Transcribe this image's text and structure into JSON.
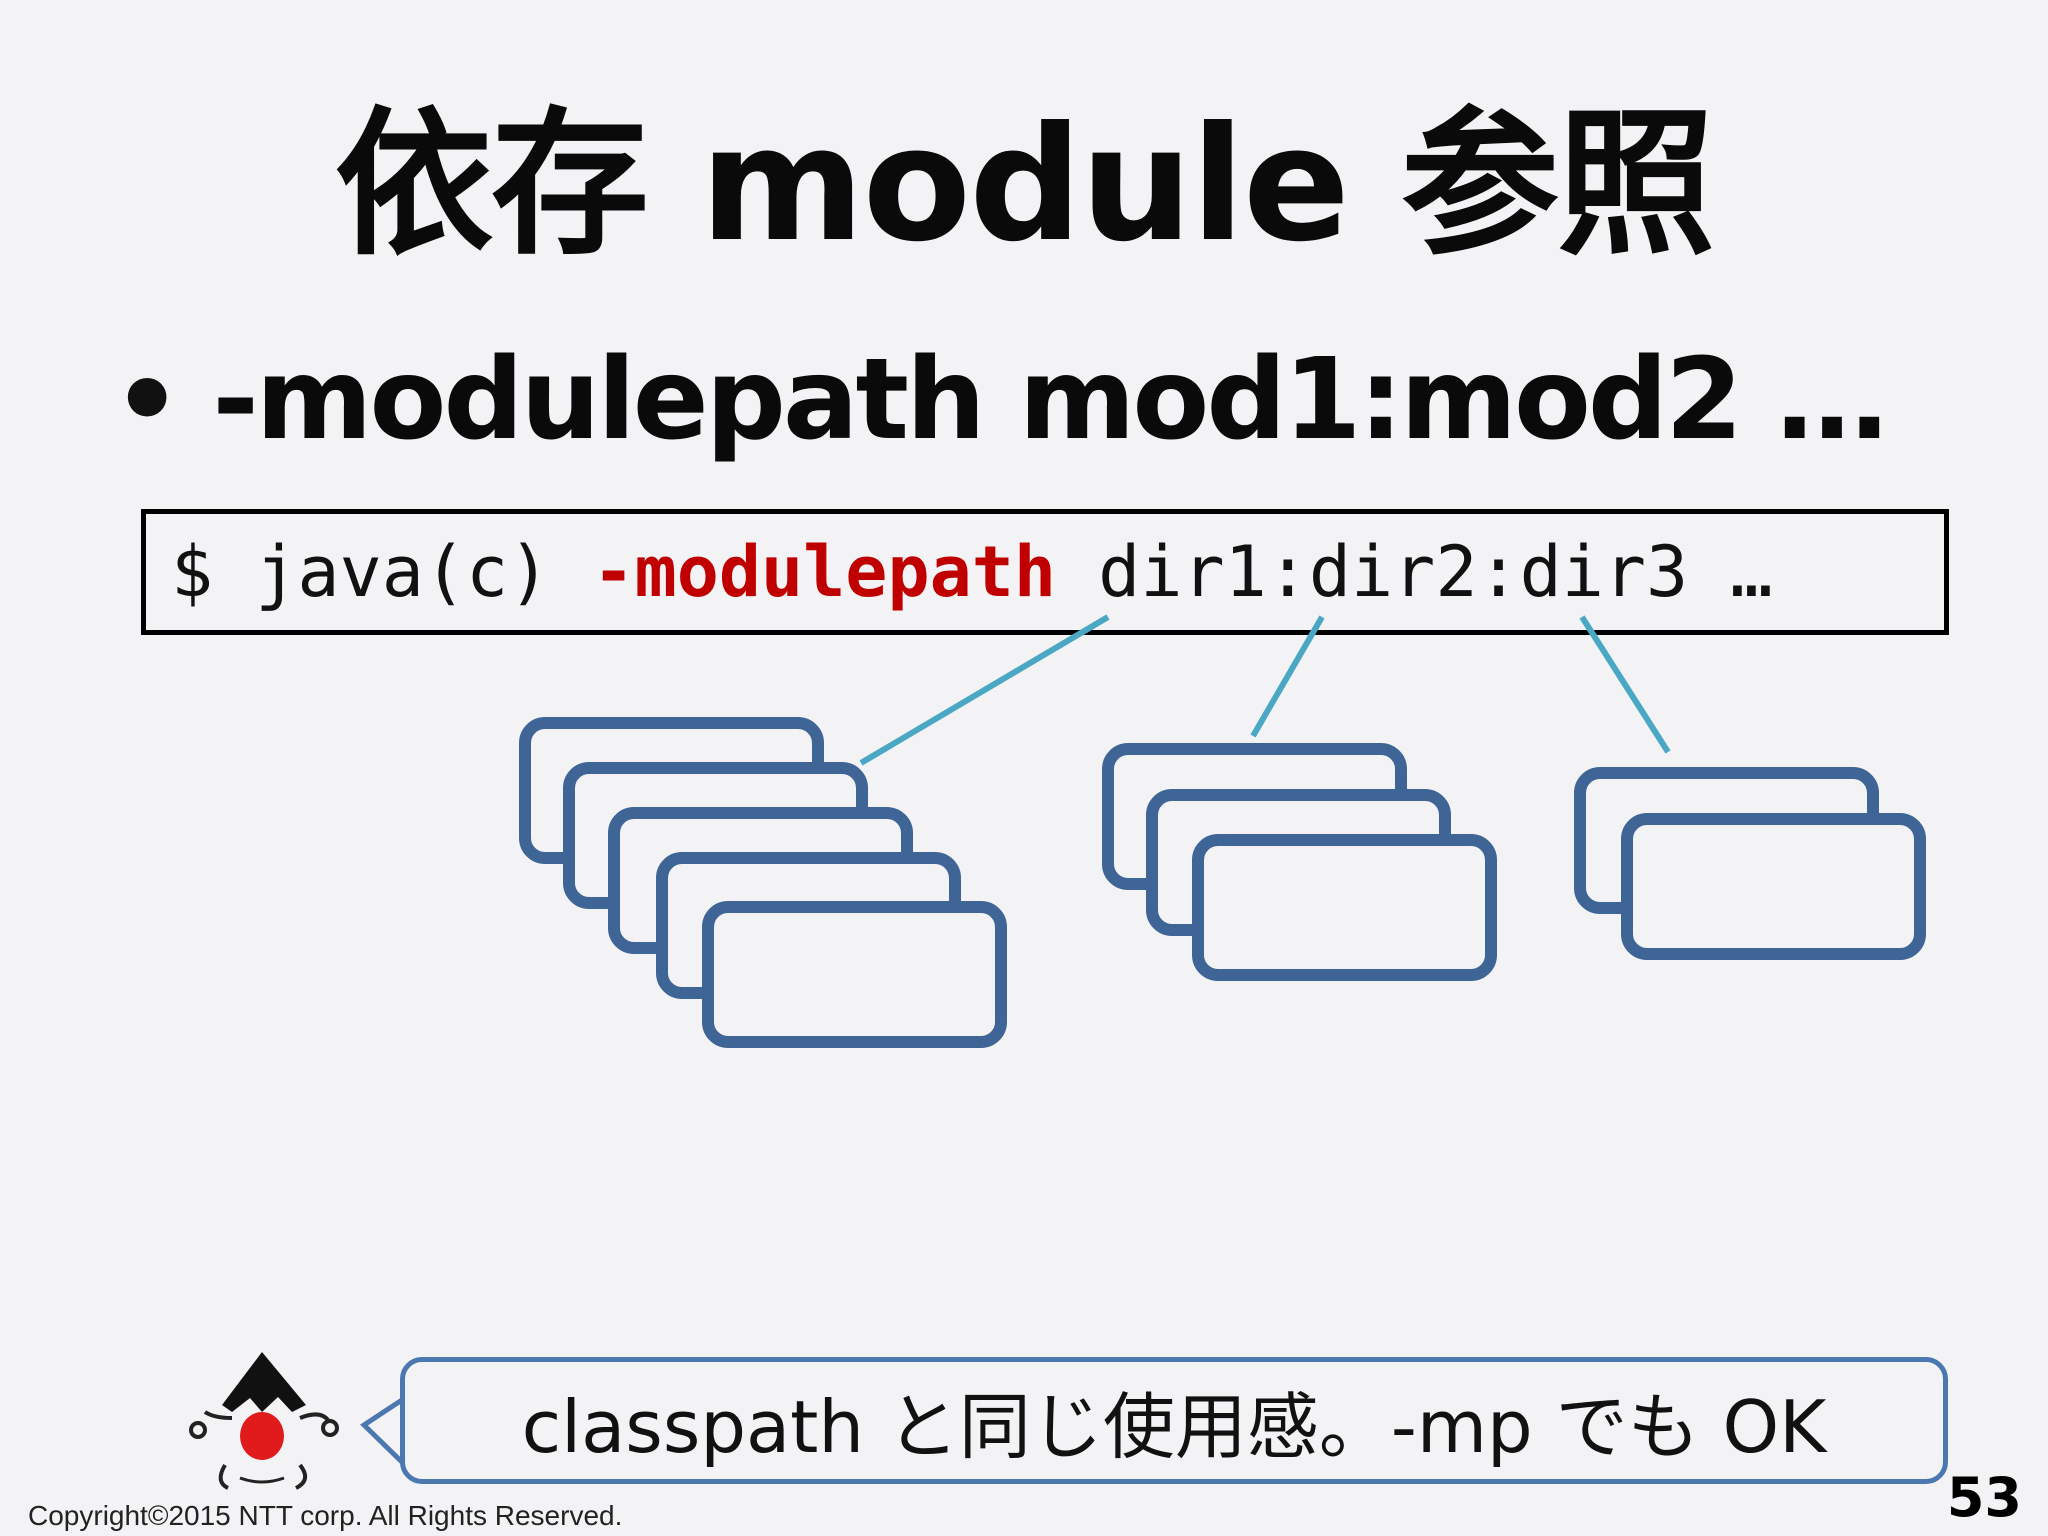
{
  "slide": {
    "title": "依存 module 参照",
    "bullet": {
      "marker": "•",
      "text": "-modulepath mod1:mod2 …"
    },
    "command": {
      "prefix": "$ java(c) ",
      "flag": "-modulepath",
      "args": " dir1:dir2:dir3 …"
    },
    "module_groups": [
      {
        "dir": "dir1",
        "module_count": 5
      },
      {
        "dir": "dir2",
        "module_count": 3
      },
      {
        "dir": "dir3",
        "module_count": 2
      }
    ],
    "callout": {
      "text": "classpath と同じ使用感。-mp でも OK"
    },
    "footer": {
      "copyright": "Copyright©2015 NTT corp. All Rights Reserved.",
      "page_number": "53"
    }
  },
  "colors": {
    "background": "#f3f3f5",
    "module_box_stroke": "#3f6496",
    "connector_line": "#4aa8c4",
    "flag_text": "#c00000",
    "callout_border": "#4c78b0",
    "mascot_red": "#e11b1b"
  },
  "icons": {
    "mascot": "duke-onigiri-mascot-icon"
  }
}
